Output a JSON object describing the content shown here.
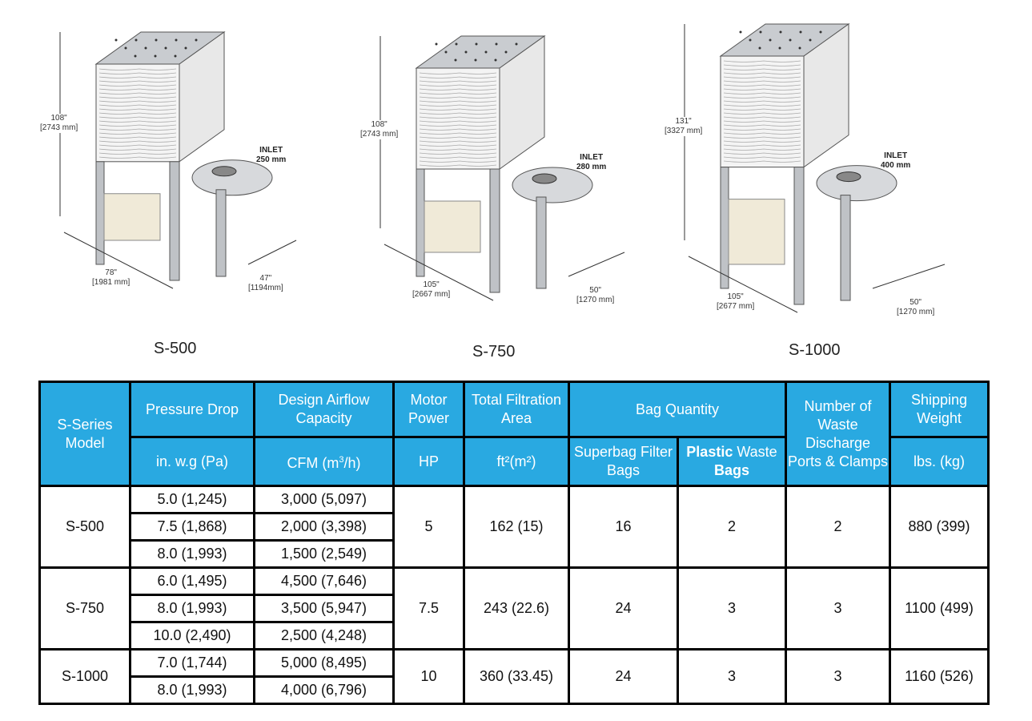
{
  "units": [
    {
      "model": "S-500",
      "height": "108\"",
      "height_mm": "[2743 mm]",
      "width": "78\"",
      "width_mm": "[1981 mm]",
      "depth": "47\"",
      "depth_mm": "[1194mm]",
      "inlet_label": "INLET",
      "inlet_size": "250 mm"
    },
    {
      "model": "S-750",
      "height": "108\"",
      "height_mm": "[2743 mm]",
      "width": "105\"",
      "width_mm": "[2667 mm]",
      "depth": "50\"",
      "depth_mm": "[1270 mm]",
      "inlet_label": "INLET",
      "inlet_size": "280 mm"
    },
    {
      "model": "S-1000",
      "height": "131\"",
      "height_mm": "[3327 mm]",
      "width": "105\"",
      "width_mm": "[2677 mm]",
      "depth": "50\"",
      "depth_mm": "[1270 mm]",
      "inlet_label": "INLET",
      "inlet_size": "400 mm"
    }
  ],
  "table": {
    "header": {
      "model": "S-Series Model",
      "pressure": "Pressure Drop",
      "airflow": "Design Airflow Capacity",
      "motor": "Motor Power",
      "area": "Total Filtration Area",
      "bags": "Bag Quantity",
      "ports": "Number of Waste Discharge Ports & Clamps",
      "weight": "Shipping Weight",
      "pressure_unit": "in. w.g (Pa)",
      "airflow_unit_a": "CFM (m",
      "airflow_unit_sup": "3",
      "airflow_unit_b": "/h)",
      "motor_unit": "HP",
      "area_unit": "ft²(m²)",
      "superbag": "Superbag Filter Bags",
      "plastic_bold": "Plastic",
      "plastic_rest": " Waste",
      "plastic_bags": "Bags",
      "weight_unit": "lbs. (kg)"
    },
    "groups": [
      {
        "model": "S-500",
        "rows": [
          [
            "5.0 (1,245)",
            "3,000 (5,097)"
          ],
          [
            "7.5 (1,868)",
            "2,000 (3,398)"
          ],
          [
            "8.0 (1,993)",
            "1,500 (2,549)"
          ]
        ],
        "hp": "5",
        "area": "162 (15)",
        "superbags": "16",
        "plastic": "2",
        "ports": "2",
        "weight": "880 (399)"
      },
      {
        "model": "S-750",
        "rows": [
          [
            "6.0 (1,495)",
            "4,500 (7,646)"
          ],
          [
            "8.0 (1,993)",
            "3,500 (5,947)"
          ],
          [
            "10.0 (2,490)",
            "2,500 (4,248)"
          ]
        ],
        "hp": "7.5",
        "area": "243 (22.6)",
        "superbags": "24",
        "plastic": "3",
        "ports": "3",
        "weight": "1100 (499)"
      },
      {
        "model": "S-1000",
        "rows": [
          [
            "7.0 (1,744)",
            "5,000 (8,495)"
          ],
          [
            "8.0 (1,993)",
            "4,000 (6,796)"
          ]
        ],
        "hp": "10",
        "area": "360 (33.45)",
        "superbags": "24",
        "plastic": "3",
        "ports": "3",
        "weight": "1160 (526)"
      }
    ]
  }
}
